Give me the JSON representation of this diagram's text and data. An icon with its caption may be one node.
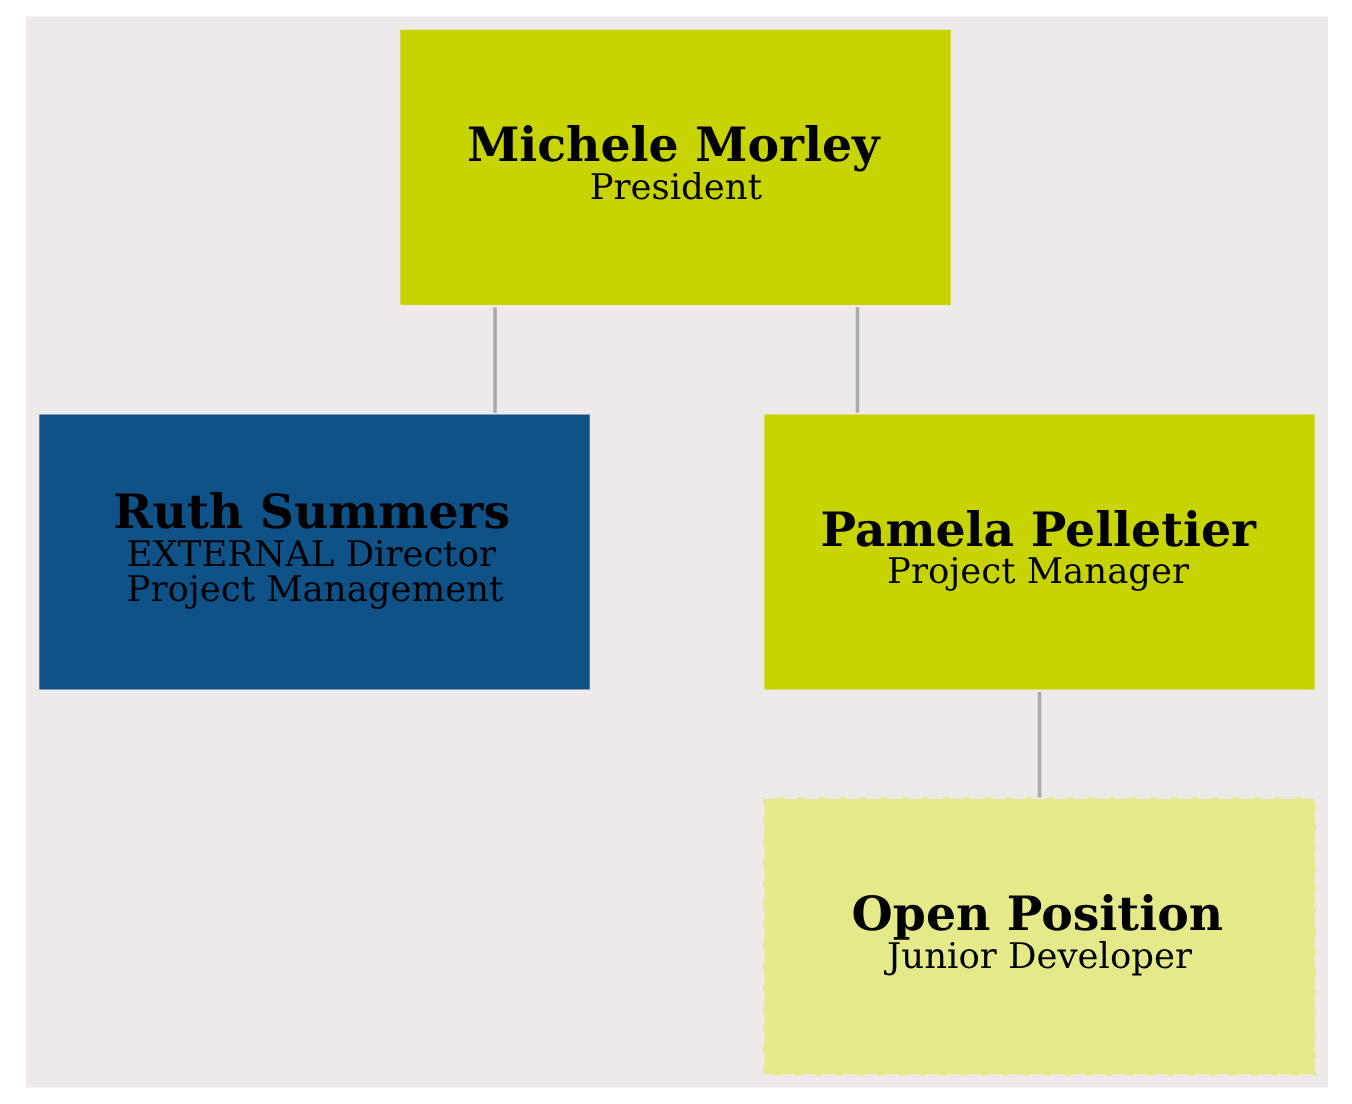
{
  "diagram": {
    "nodes": [
      {
        "text": [
          "Michele Morley",
          "President"
        ]
      },
      {
        "text": [
          "Ruth Summers",
          "EXTERNAL Director Project Management"
        ]
      },
      {
        "text": [
          "Pamela Pelletier",
          "Project Manager"
        ]
      },
      {
        "text": [
          "Open Position",
          "Junior Developer"
        ]
      }
    ],
    "edges": [
      {
        "from": 0,
        "to": 1,
        "arrow": "none"
      },
      {
        "from": 0,
        "to": 2,
        "arrow": "none"
      },
      {
        "from": 2,
        "to": 3,
        "arrow": "none"
      }
    ]
  }
}
